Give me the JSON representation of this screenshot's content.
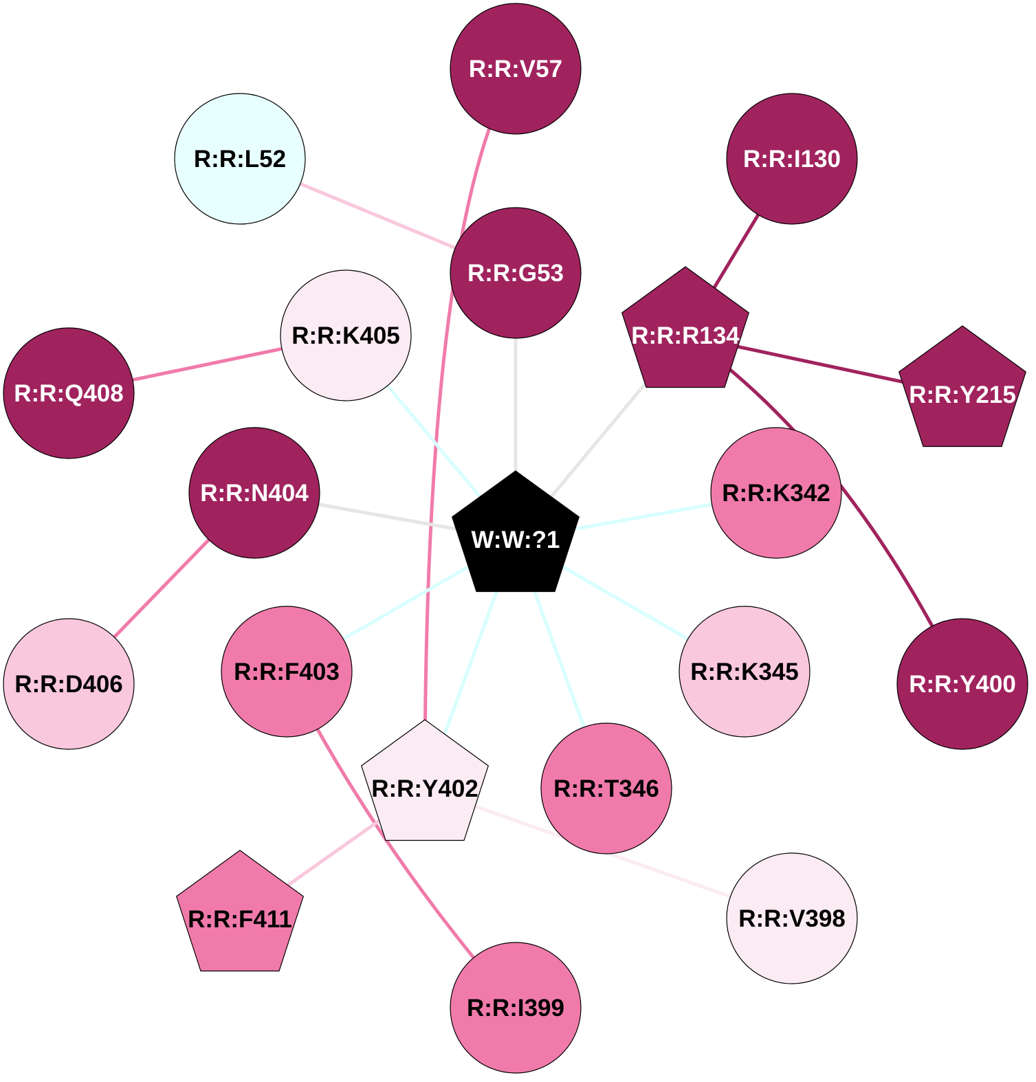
{
  "palette": {
    "dark": "#A0235E",
    "pink": "#F07BAA",
    "light": "#F9C8DD",
    "pale": "#FBEBF3",
    "cyan": "#E8FFFF",
    "black": "#000000",
    "edge_gray": "#E6E6E6",
    "edge_cyan": "#D9FFFF"
  },
  "nodes": [
    {
      "id": "V57",
      "label": "R:R:V57",
      "shape": "circle",
      "fill": "dark",
      "text": "#ffffff"
    },
    {
      "id": "L52",
      "label": "R:R:L52",
      "shape": "circle",
      "fill": "cyan",
      "text": "#000000"
    },
    {
      "id": "I130",
      "label": "R:R:I130",
      "shape": "circle",
      "fill": "dark",
      "text": "#ffffff"
    },
    {
      "id": "G53",
      "label": "R:R:G53",
      "shape": "circle",
      "fill": "dark",
      "text": "#ffffff"
    },
    {
      "id": "K405",
      "label": "R:R:K405",
      "shape": "circle",
      "fill": "pale",
      "text": "#000000"
    },
    {
      "id": "R134",
      "label": "R:R:R134",
      "shape": "pentagon",
      "fill": "dark",
      "text": "#ffffff"
    },
    {
      "id": "Q408",
      "label": "R:R:Q408",
      "shape": "circle",
      "fill": "dark",
      "text": "#ffffff"
    },
    {
      "id": "Y215",
      "label": "R:R:Y215",
      "shape": "pentagon",
      "fill": "dark",
      "text": "#ffffff"
    },
    {
      "id": "N404",
      "label": "R:R:N404",
      "shape": "circle",
      "fill": "dark",
      "text": "#ffffff"
    },
    {
      "id": "K342",
      "label": "R:R:K342",
      "shape": "circle",
      "fill": "pink",
      "text": "#000000"
    },
    {
      "id": "W1",
      "label": "W:W:?1",
      "shape": "pentagon",
      "fill": "black",
      "text": "#ffffff"
    },
    {
      "id": "D406",
      "label": "R:R:D406",
      "shape": "circle",
      "fill": "light",
      "text": "#000000"
    },
    {
      "id": "F403",
      "label": "R:R:F403",
      "shape": "circle",
      "fill": "pink",
      "text": "#000000"
    },
    {
      "id": "K345",
      "label": "R:R:K345",
      "shape": "circle",
      "fill": "light",
      "text": "#000000"
    },
    {
      "id": "Y400",
      "label": "R:R:Y400",
      "shape": "circle",
      "fill": "dark",
      "text": "#ffffff"
    },
    {
      "id": "Y402",
      "label": "R:R:Y402",
      "shape": "pentagon",
      "fill": "pale",
      "text": "#000000"
    },
    {
      "id": "T346",
      "label": "R:R:T346",
      "shape": "circle",
      "fill": "pink",
      "text": "#000000"
    },
    {
      "id": "F411",
      "label": "R:R:F411",
      "shape": "pentagon",
      "fill": "pink",
      "text": "#000000"
    },
    {
      "id": "V398",
      "label": "R:R:V398",
      "shape": "circle",
      "fill": "pale",
      "text": "#000000"
    },
    {
      "id": "I399",
      "label": "R:R:I399",
      "shape": "circle",
      "fill": "pink",
      "text": "#000000"
    }
  ],
  "edges": [
    {
      "from": "L52",
      "to": "G53",
      "color": "light"
    },
    {
      "from": "V57",
      "to": "Y402",
      "color": "pink",
      "curved": true
    },
    {
      "from": "I130",
      "to": "R134",
      "color": "dark"
    },
    {
      "from": "R134",
      "to": "Y215",
      "color": "dark"
    },
    {
      "from": "R134",
      "to": "Y400",
      "color": "dark",
      "curved": true
    },
    {
      "from": "G53",
      "to": "W1",
      "color": "edge_gray"
    },
    {
      "from": "R134",
      "to": "W1",
      "color": "edge_gray"
    },
    {
      "from": "N404",
      "to": "W1",
      "color": "edge_gray"
    },
    {
      "from": "K405",
      "to": "W1",
      "color": "edge_cyan"
    },
    {
      "from": "Q408",
      "to": "K405",
      "color": "pink"
    },
    {
      "from": "K342",
      "to": "W1",
      "color": "edge_cyan"
    },
    {
      "from": "N404",
      "to": "D406",
      "color": "pink"
    },
    {
      "from": "F403",
      "to": "W1",
      "color": "edge_cyan"
    },
    {
      "from": "K345",
      "to": "W1",
      "color": "edge_cyan"
    },
    {
      "from": "Y402",
      "to": "W1",
      "color": "edge_cyan"
    },
    {
      "from": "T346",
      "to": "W1",
      "color": "edge_cyan"
    },
    {
      "from": "F403",
      "to": "I399",
      "color": "pink",
      "curved": true
    },
    {
      "from": "Y402",
      "to": "F411",
      "color": "light"
    },
    {
      "from": "Y402",
      "to": "V398",
      "color": "pale"
    }
  ]
}
